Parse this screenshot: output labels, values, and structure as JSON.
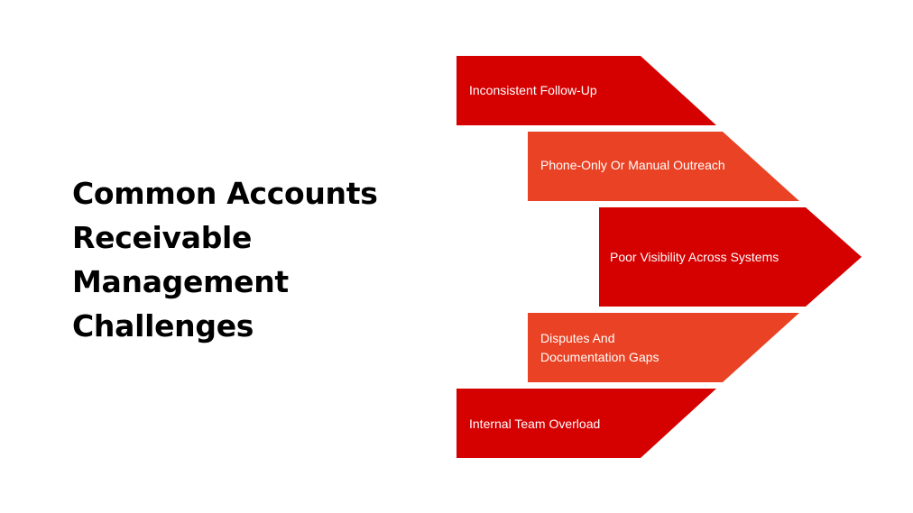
{
  "title": {
    "lines": [
      "Common Accounts",
      "Receivable",
      "Management",
      "Challenges"
    ]
  },
  "colors": {
    "dark_red": "#d50000",
    "orange_red": "#e94224",
    "text": "#ffffff",
    "title": "#000000"
  },
  "steps": [
    {
      "lines": [
        "Inconsistent Follow-Up"
      ],
      "color": "#d50000"
    },
    {
      "lines": [
        "Phone-Only Or Manual Outreach"
      ],
      "color": "#e94224"
    },
    {
      "lines": [
        "Poor Visibility Across Systems"
      ],
      "color": "#d50000"
    },
    {
      "lines": [
        "Disputes And",
        "Documentation Gaps"
      ],
      "color": "#e94224"
    },
    {
      "lines": [
        "Internal Team Overload"
      ],
      "color": "#d50000"
    }
  ]
}
